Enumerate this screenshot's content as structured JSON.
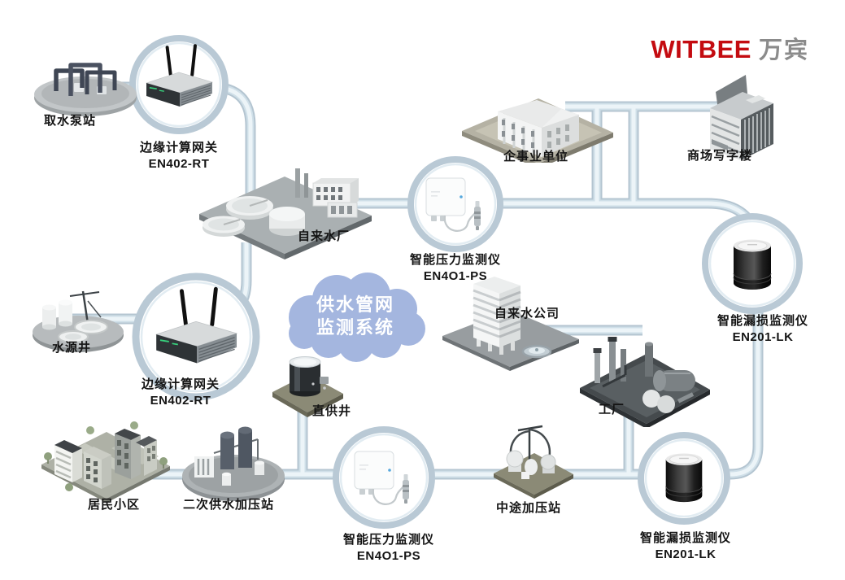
{
  "logo": {
    "brand": "WITBEE",
    "suffix": "万宾",
    "brand_color": "#c40b10",
    "suffix_color": "#8b8b8b"
  },
  "cloud": {
    "line1": "供水管网",
    "line2": "监测系统",
    "fill": "#a4b6df",
    "text_color": "#ffffff"
  },
  "colors": {
    "pipe_outer": "#b4c5d1",
    "pipe_mid": "#cfdfe8",
    "pipe_inner": "#ecf4f8",
    "magnifier_ring": "#b9c9d5",
    "label_text": "#141414"
  },
  "nodes": [
    {
      "id": "intake-pump-station",
      "label": "取水泵站",
      "icon": "pump-station"
    },
    {
      "id": "edge-gateway-1",
      "label": "边缘计算网关",
      "model": "EN402-RT",
      "icon": "edge-gateway"
    },
    {
      "id": "water-plant",
      "label": "自来水厂",
      "icon": "water-plant"
    },
    {
      "id": "pressure-monitor-1",
      "label": "智能压力监测仪",
      "model": "EN4O1-PS",
      "icon": "pressure-monitor"
    },
    {
      "id": "enterprise-institution",
      "label": "企事业单位",
      "icon": "public-building"
    },
    {
      "id": "mall-office-building",
      "label": "商场写字楼",
      "icon": "office-building"
    },
    {
      "id": "leak-monitor-1",
      "label": "智能漏损监测仪",
      "model": "EN201-LK",
      "icon": "leak-monitor"
    },
    {
      "id": "water-source-well",
      "label": "水源井",
      "icon": "water-well"
    },
    {
      "id": "edge-gateway-2",
      "label": "边缘计算网关",
      "model": "EN402-RT",
      "icon": "edge-gateway"
    },
    {
      "id": "water-company",
      "label": "自来水公司",
      "icon": "company-tower"
    },
    {
      "id": "factory",
      "label": "工厂",
      "icon": "factory"
    },
    {
      "id": "direct-supply-well",
      "label": "直供井",
      "icon": "direct-well"
    },
    {
      "id": "residential-community",
      "label": "居民小区",
      "icon": "residential-buildings"
    },
    {
      "id": "secondary-pressurization",
      "label": "二次供水加压站",
      "icon": "secondary-pump-station"
    },
    {
      "id": "pressure-monitor-2",
      "label": "智能压力监测仪",
      "model": "EN4O1-PS",
      "icon": "pressure-monitor"
    },
    {
      "id": "midway-pressurization",
      "label": "中途加压站",
      "icon": "midway-pump-station"
    },
    {
      "id": "leak-monitor-2",
      "label": "智能漏损监测仪",
      "model": "EN201-LK",
      "icon": "leak-monitor"
    }
  ]
}
